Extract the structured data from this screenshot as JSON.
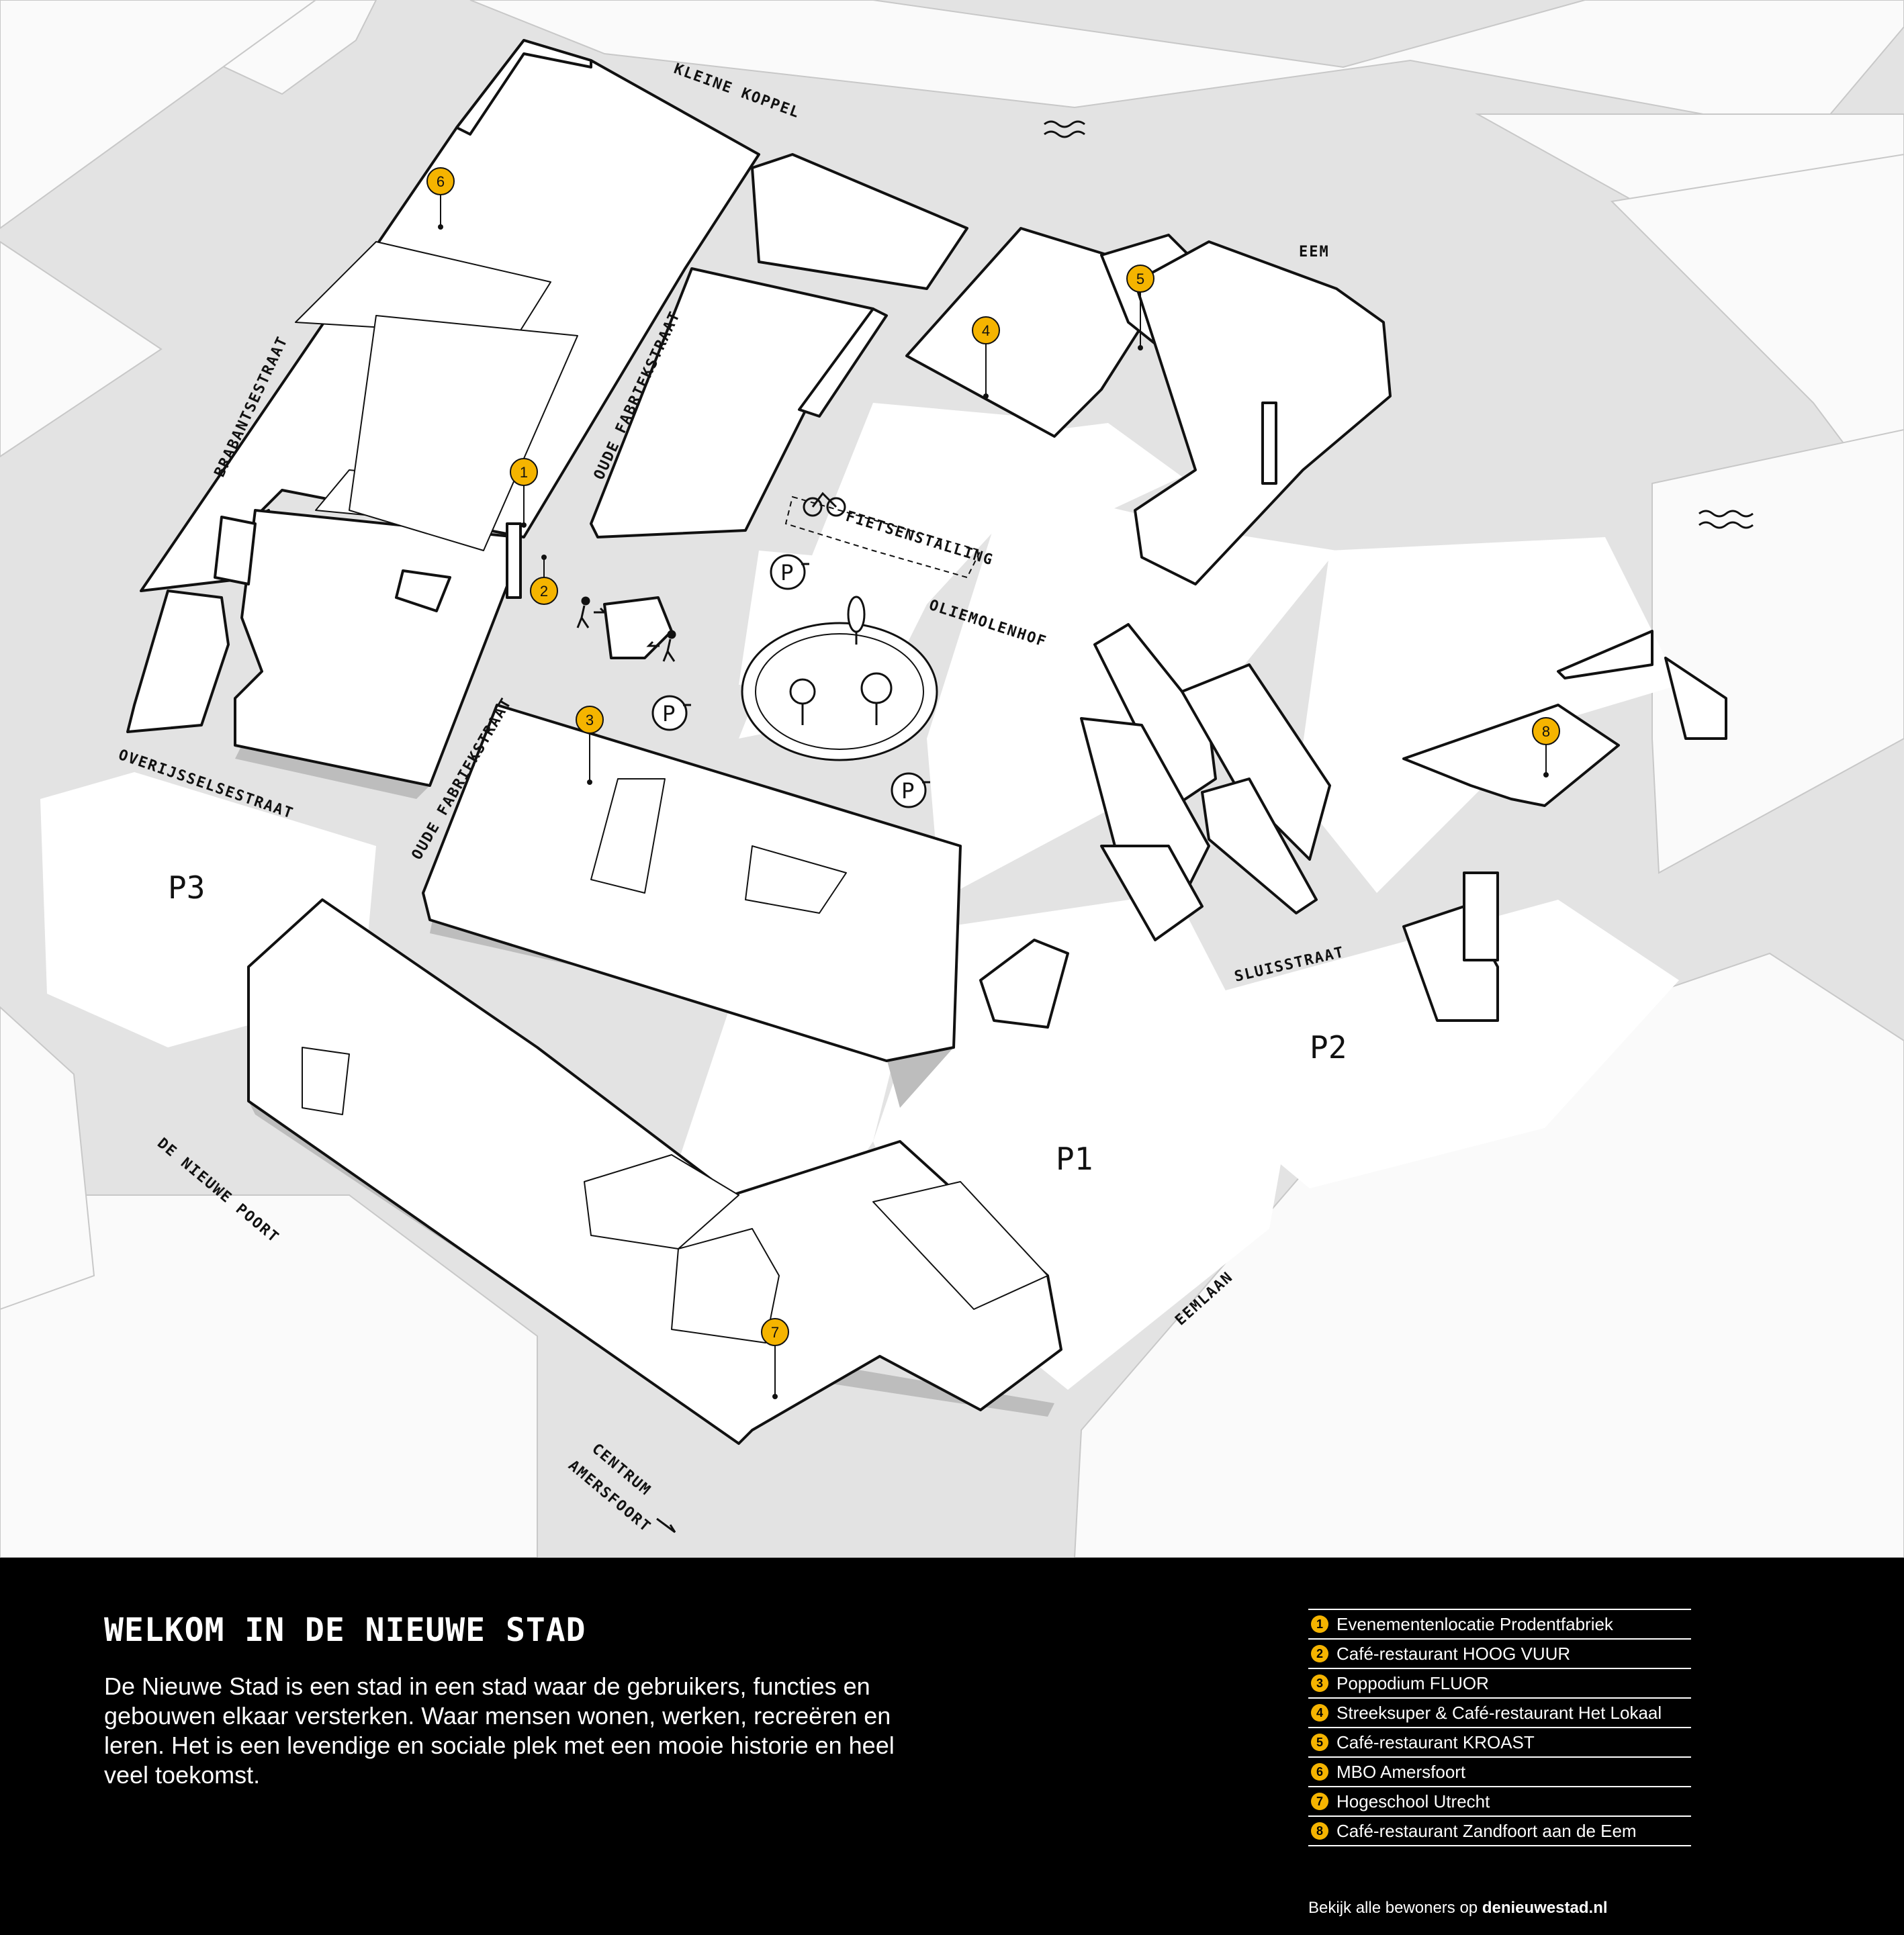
{
  "map": {
    "streets": [
      {
        "id": "kleine-koppel",
        "label": "KLEINE KOPPEL"
      },
      {
        "id": "eem",
        "label": "EEM"
      },
      {
        "id": "brabantsestraat",
        "label": "BRABANTSESTRAAT"
      },
      {
        "id": "oude-fabriekstraat-north",
        "label": "OUDE FABRIEKSTRAAT"
      },
      {
        "id": "fietsenstalling",
        "label": "FIETSENSTALLING"
      },
      {
        "id": "oliemolenhof",
        "label": "OLIEMOLENHOF"
      },
      {
        "id": "overijsselsestraat",
        "label": "OVERIJSSELSESTRAAT"
      },
      {
        "id": "oude-fabriekstraat-south",
        "label": "OUDE FABRIEKSTRAAT"
      },
      {
        "id": "sluisstraat",
        "label": "SLUISSTRAAT"
      },
      {
        "id": "de-nieuwe-poort",
        "label": "DE NIEUWE POORT"
      },
      {
        "id": "eemlaan",
        "label": "EEMLAAN"
      },
      {
        "id": "centrum",
        "label": "CENTRUM"
      },
      {
        "id": "amersfoort",
        "label": "AMERSFOORT"
      }
    ],
    "parking": [
      {
        "id": "p1",
        "label": "P1"
      },
      {
        "id": "p2",
        "label": "P2"
      },
      {
        "id": "p3",
        "label": "P3"
      }
    ],
    "ev_charging_label": "P",
    "marker_color": "#f5b400",
    "markers": [
      "1",
      "2",
      "3",
      "4",
      "5",
      "6",
      "7",
      "8"
    ]
  },
  "panel": {
    "title": "WELKOM IN DE NIEUWE STAD",
    "text": "De Nieuwe Stad is een stad in een stad waar de gebruikers, functies en gebouwen elkaar versterken. Waar mensen wonen, werken, recreëren en leren. Het is een levendige en sociale plek met een mooie historie en heel veel toekomst.",
    "legend": [
      {
        "num": "1",
        "label": "Evenementenlocatie Prodentfabriek"
      },
      {
        "num": "2",
        "label": "Café-restaurant HOOG VUUR"
      },
      {
        "num": "3",
        "label": "Poppodium FLUOR"
      },
      {
        "num": "4",
        "label": "Streeksuper & Café-restaurant Het Lokaal"
      },
      {
        "num": "5",
        "label": "Café-restaurant KROAST"
      },
      {
        "num": "6",
        "label": "MBO Amersfoort"
      },
      {
        "num": "7",
        "label": "Hogeschool Utrecht"
      },
      {
        "num": "8",
        "label": "Café-restaurant Zandfoort aan de Eem"
      }
    ],
    "footer_prefix": "Bekijk alle bewoners op",
    "footer_link": "denieuwestad.nl"
  }
}
